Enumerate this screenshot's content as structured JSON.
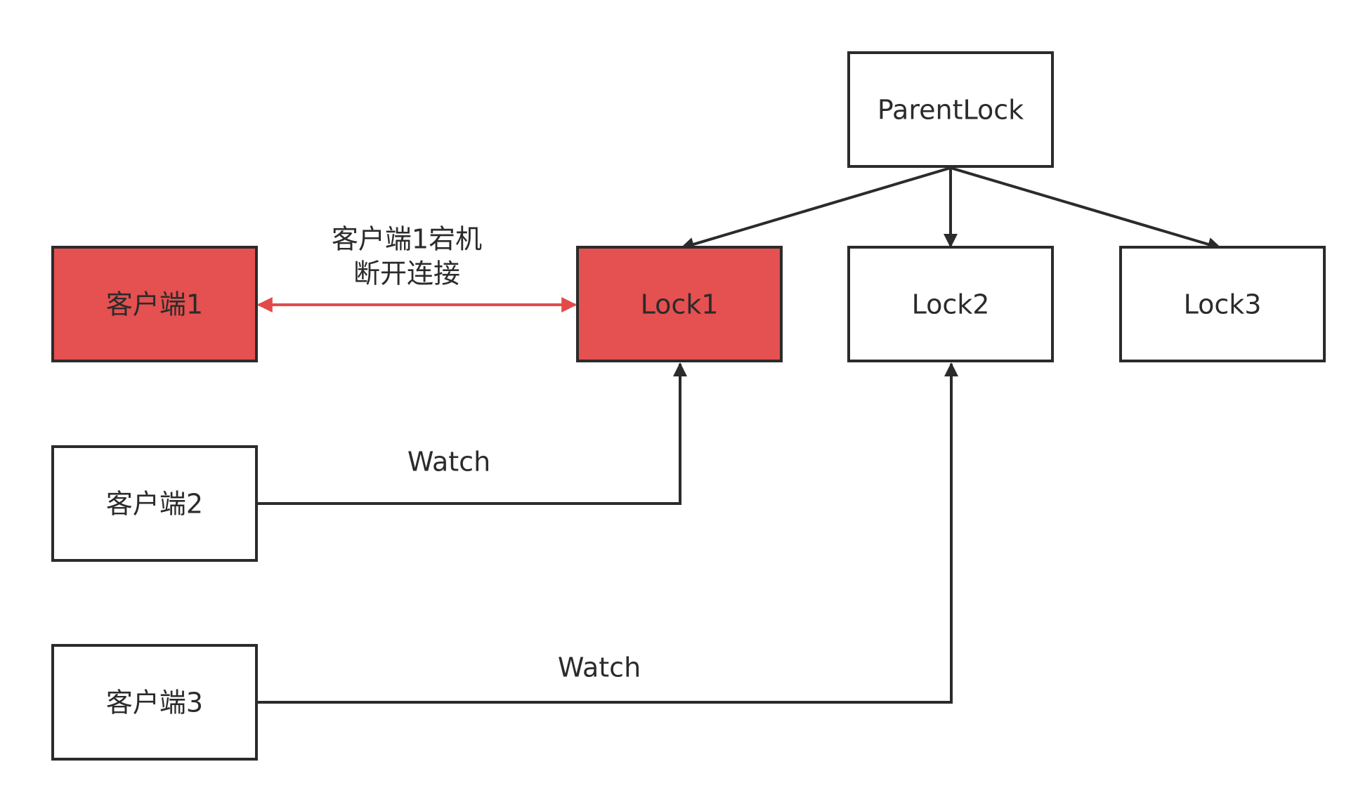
{
  "colors": {
    "stroke": "#2b2b2b",
    "highlight_fill": "#e55050",
    "highlight_edge": "#e24a4a",
    "normal_fill": "#ffffff"
  },
  "nodes": {
    "client1": "客户端1",
    "client2": "客户端2",
    "client3": "客户端3",
    "lock1": "Lock1",
    "lock2": "Lock2",
    "lock3": "Lock3",
    "parent_lock": "ParentLock"
  },
  "edges": {
    "disconnect_line1": "客户端1宕机",
    "disconnect_line2": "断开连接",
    "watch1": "Watch",
    "watch2": "Watch"
  }
}
